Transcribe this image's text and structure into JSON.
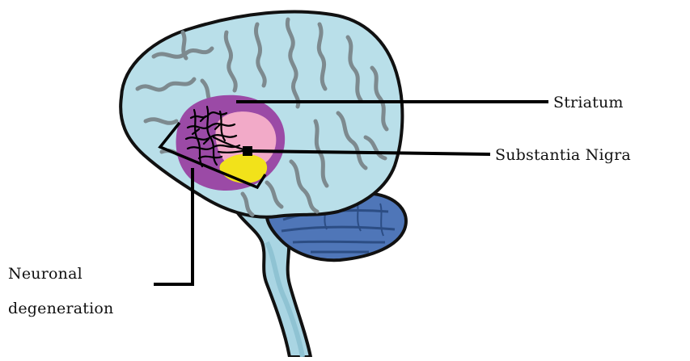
{
  "diagram": {
    "labels": {
      "striatum": "Striatum",
      "substantia_nigra": "Substantia Nigra",
      "neuronal_degeneration_line1": "Neuronal",
      "neuronal_degeneration_line2": "degeneration"
    },
    "colors": {
      "cerebrum_fill": "#b9dfe9",
      "cerebrum_shade": "#a6d3e0",
      "sulci": "#7d8a8f",
      "outline": "#111111",
      "striatum_outer": "#9b4aa6",
      "striatum_inner": "#f2aac8",
      "substantia_nigra": "#f2e21a",
      "cerebellum": "#4f76b8",
      "brainstem": "#a9d5e3",
      "leader_lines": "#000000"
    },
    "parts": [
      "cerebrum",
      "striatum",
      "substantia-nigra",
      "cerebellum",
      "brainstem",
      "spinal-cord"
    ]
  }
}
